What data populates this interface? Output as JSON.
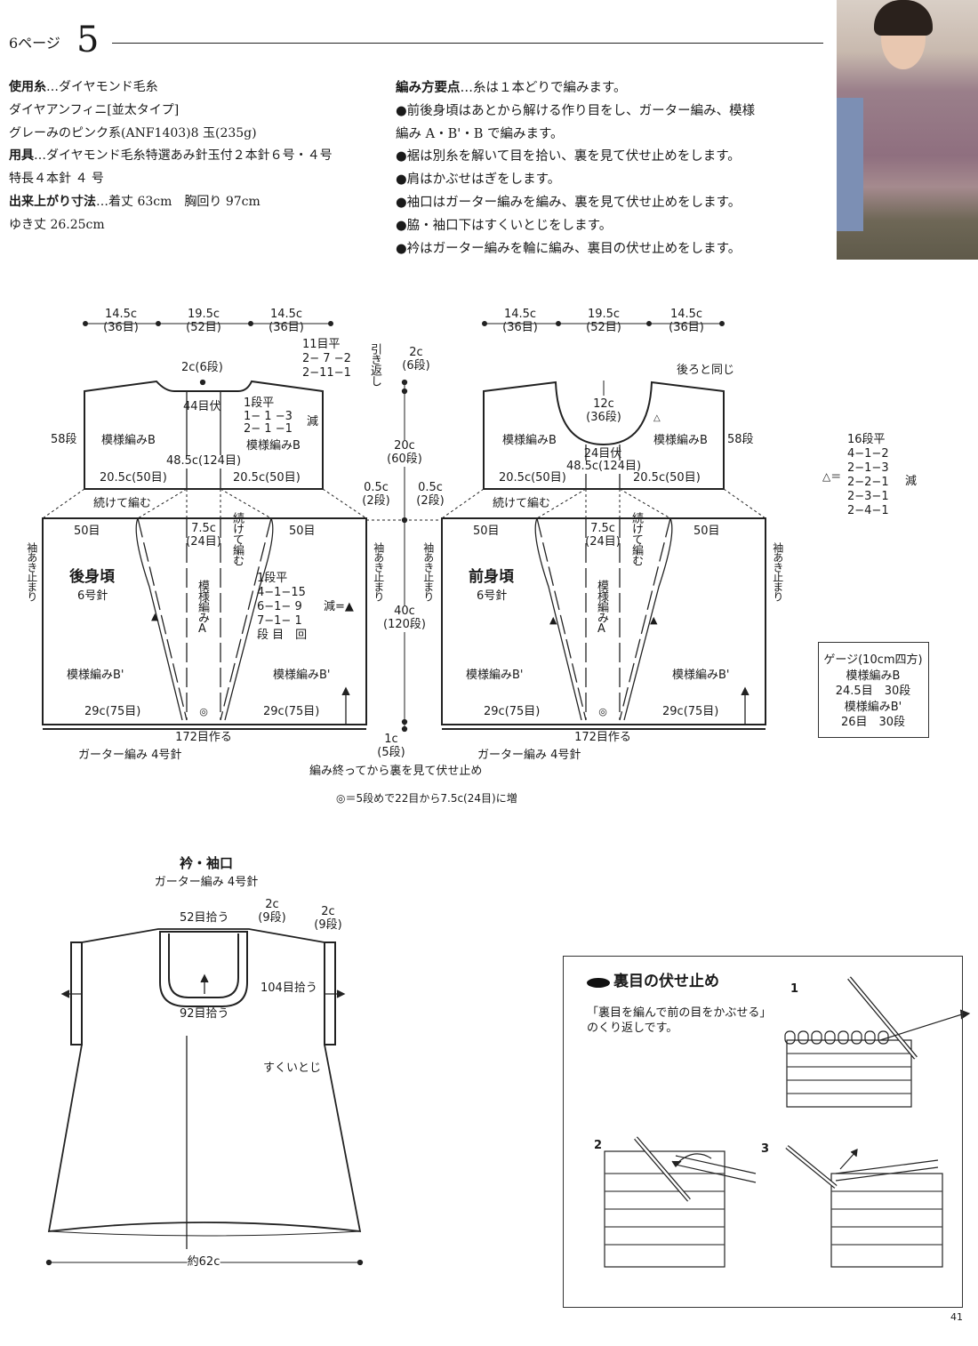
{
  "header": {
    "page_ref": "6ページ",
    "number": "5"
  },
  "photo": {
    "icon": "model-photo"
  },
  "materials": {
    "yarn_label": "使用糸",
    "yarn": "…ダイヤモンド毛糸",
    "yarn_line2": "ダイヤアンフィニ[並太タイプ]",
    "yarn_line3": "グレーみのピンク系(ANF1403)8 玉(235g)",
    "tools_label": "用具",
    "tools": "…ダイヤモンド毛糸特選あみ針玉付２本針６号・４号",
    "tools_line2": "特長４本針 ４ 号",
    "size_label": "出来上がり寸法",
    "size": "…着丈 63cm　胸回り 97cm",
    "size_line2": "ゆき丈 26.25cm"
  },
  "points": {
    "title": "編み方要点",
    "intro": "…糸は１本どりで編みます。",
    "items": [
      "●前後身頃はあとから解ける作り目をし、ガーター編み、模様",
      "編み A・B'・B で編みます。",
      "●裾は別糸を解いて目を拾い、裏を見て伏せ止めをします。",
      "●肩はかぶせはぎをします。",
      "●袖口はガーター編みを編み、裏を見て伏せ止めをします。",
      "●脇・袖口下はすくいとじをします。",
      "●衿はガーター編みを輪に編み、裏目の伏せ止めをします。"
    ]
  },
  "back": {
    "top_dims": [
      [
        "14.5c",
        "(36目)"
      ],
      [
        "19.5c",
        "(52目)"
      ],
      [
        "14.5c",
        "(36目)"
      ]
    ],
    "shoulder": [
      "11目平",
      "2− 7 −2",
      "2−11−1"
    ],
    "shoulder_note": "引き返し",
    "neck_depth": "2c(6段)",
    "neck_bindoff": "44目伏",
    "neck_dec": [
      "1段平",
      "1− 1 −3",
      "2− 1 −1"
    ],
    "dec_label": "減",
    "yoke_rows": "58段",
    "pattern_b": "模様編みB",
    "yoke_width": "48.5c(124目)",
    "half_width": "20.5c(50目)",
    "continue": "続けて編む",
    "sts50": "50目",
    "center": [
      "7.5c",
      "(24目)"
    ],
    "continue_v": "続けて編む",
    "pattern_a": "模様編みA",
    "title": "後身頃",
    "needle": "6号針",
    "side_dec": [
      "1段平",
      "4−1−15",
      "6−1− 9",
      "7−1− 1",
      "段 目　回"
    ],
    "side_dec_label": "減=▲",
    "armhole": "袖あき止まり",
    "pattern_b2": "模様編みB'",
    "bottom_half": "29c(75目)",
    "center_mark": "◎",
    "cast_on": "172目作る",
    "garter": "ガーター編み 4号針"
  },
  "middle": {
    "top": [
      "2c",
      "(6段)"
    ],
    "yoke": [
      "20c",
      "(60段)"
    ],
    "gap": [
      "0.5c",
      "(2段)"
    ],
    "body": [
      "40c",
      "(120段)"
    ],
    "hem": [
      "1c",
      "(5段)"
    ],
    "bindoff_note": "編み終ってから裏を見て伏せ止め"
  },
  "front": {
    "same_as_back": "後ろと同じ",
    "neck": [
      "12c",
      "(36段)"
    ],
    "neck_bindoff": "24目伏",
    "title": "前身頃"
  },
  "dec_table": {
    "label": "16段平",
    "rows": [
      "4−1−2",
      "2−1−3",
      "2−2−1",
      "2−3−1",
      "2−4−1"
    ],
    "prefix": "△＝",
    "suffix": "減"
  },
  "gauge": {
    "lines": [
      "ゲージ(10cm四方)",
      "模様編みB",
      "24.5目　30段",
      "模様編みB'",
      "26目　30段"
    ]
  },
  "increase_note": "◎＝5段めで22目から7.5c(24目)に増",
  "collar": {
    "title": "衿・袖口",
    "subtitle": "ガーター編み 4号針",
    "pick_top": "52目拾う",
    "pick_bottom": "92目拾う",
    "band": [
      "2c",
      "(9段)"
    ],
    "cuff_band": [
      "2c",
      "(9段)"
    ],
    "cuff_pick": "104目拾う",
    "seam": "すくいとじ",
    "width": "約62c"
  },
  "technique": {
    "title": "裏目の伏せ止め",
    "desc": [
      "「裏目を編んで前の目をかぶせる」",
      "のくり返しです。"
    ],
    "steps": [
      "1",
      "2",
      "3"
    ]
  },
  "page_number": "41"
}
